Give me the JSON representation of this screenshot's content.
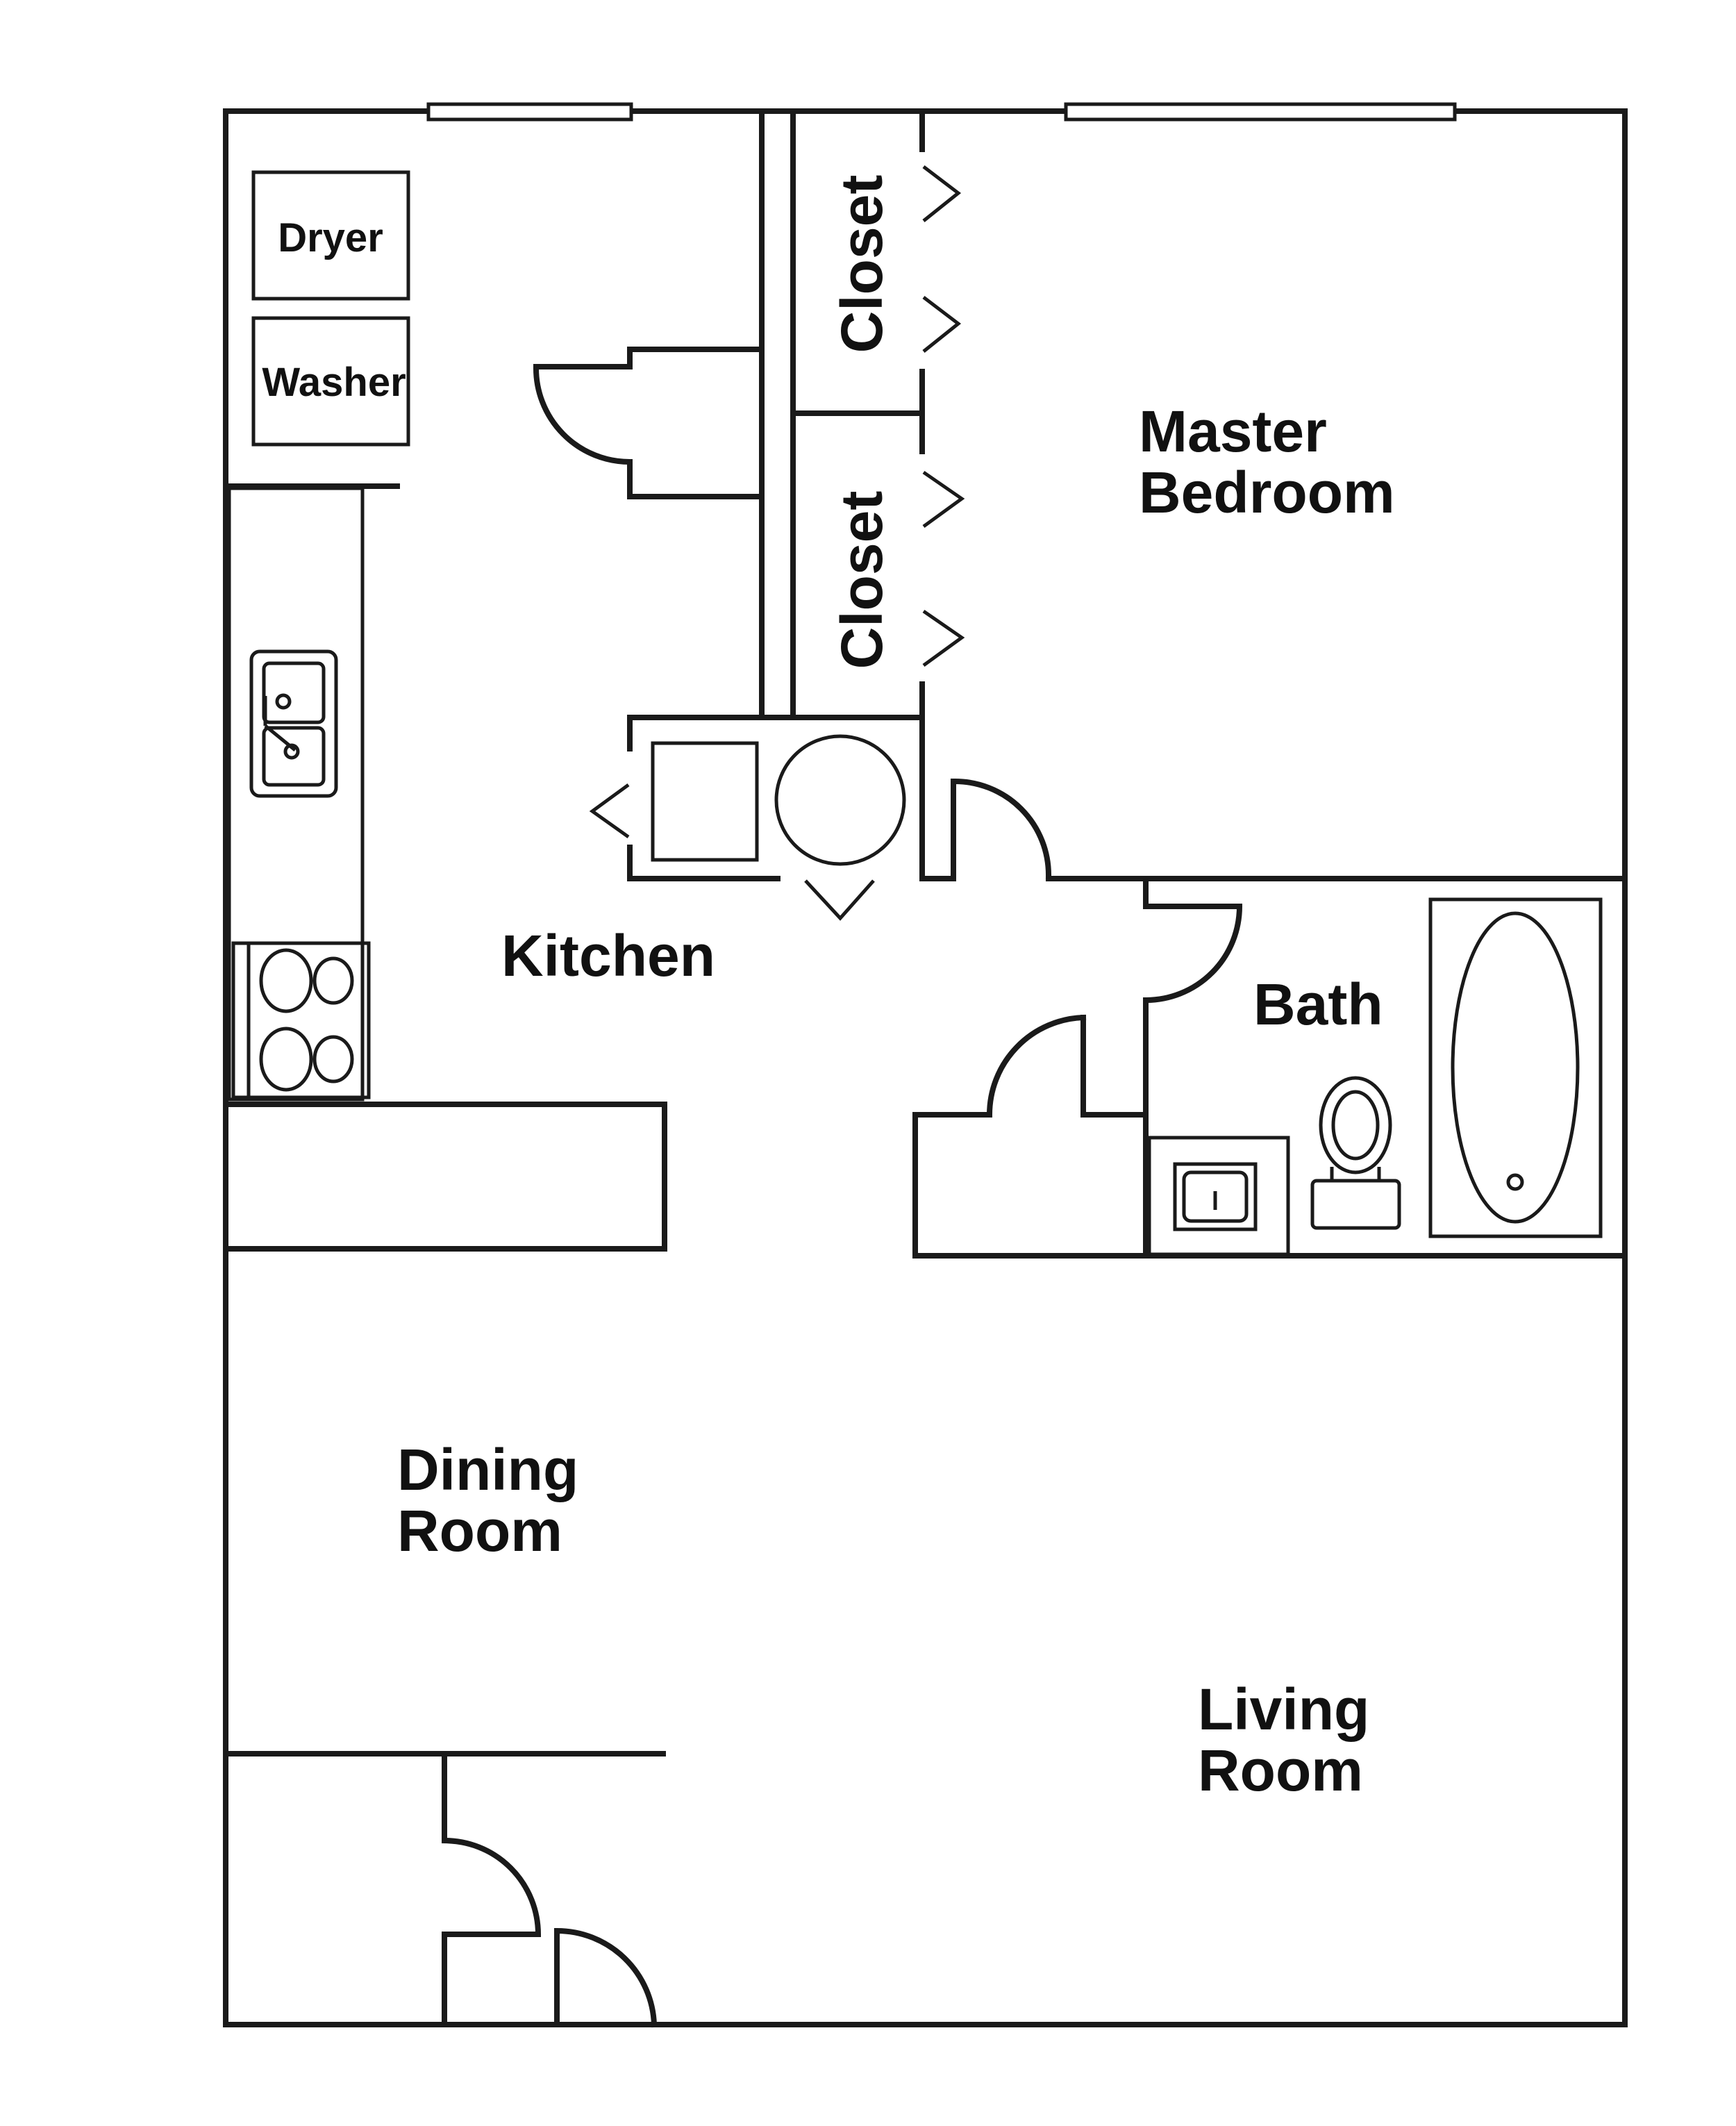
{
  "rooms": {
    "master_bedroom": [
      "Master",
      "Bedroom"
    ],
    "closet_upper": "Closet",
    "closet_lower": "Closet",
    "kitchen": "Kitchen",
    "bath": "Bath",
    "dining_room": [
      "Dining",
      "Room"
    ],
    "living_room": [
      "Living",
      "Room"
    ]
  },
  "appliances": {
    "dryer": "Dryer",
    "washer": "Washer"
  }
}
